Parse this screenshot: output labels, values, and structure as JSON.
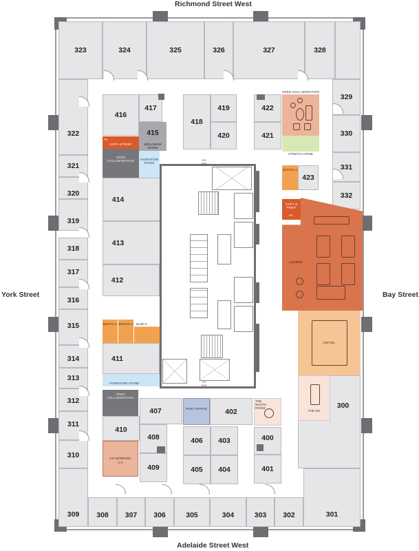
{
  "streets": {
    "north": "Richmond Street West",
    "south": "Adelaide Street West",
    "west": "York Street",
    "east": "Bay Street"
  },
  "perimeter_rooms": {
    "north": [
      "323",
      "324",
      "325",
      "326",
      "327",
      "328"
    ],
    "east": [
      "329",
      "330",
      "331",
      "332",
      "300"
    ],
    "south": [
      "309",
      "308",
      "307",
      "306",
      "305",
      "304",
      "303",
      "302",
      "301"
    ],
    "west": [
      "322",
      "321",
      "320",
      "319",
      "318",
      "317",
      "316",
      "315",
      "314",
      "313",
      "312",
      "311",
      "310"
    ]
  },
  "interior_rooms": {
    "r416": "416",
    "r417": "417",
    "r415": "415",
    "r418": "418",
    "r419": "419",
    "r420": "420",
    "r421": "421",
    "r422": "422",
    "r423": "423",
    "r414": "414",
    "r413": "413",
    "r412": "412",
    "r411": "411",
    "r410": "410",
    "r407": "407",
    "r408": "408",
    "r409": "409",
    "r406": "406",
    "r405": "405",
    "r403": "403",
    "r404": "404",
    "r402": "402",
    "r400": "400",
    "r401": "401"
  },
  "zones": {
    "copy_print_nw": "Copy & Print",
    "pr_nw": "PR",
    "open_collab_nw": "Open Collaboration",
    "wellness": "Wellness Room",
    "hydration_room": "Hydration Room",
    "open_collab_ne": "Open Collaboration",
    "stretch_zone": "Stretch Zone",
    "booth4": "Booth 4",
    "copy_print_e": "Copy & Print",
    "pr_e": "PR",
    "lounge": "Lounge",
    "united": "United",
    "the_six": "The 6ix",
    "south_room": "The South Room",
    "post_office": "Post Office",
    "booth1": "Booth 1",
    "booth2": "Booth 2",
    "booth3": "Booth 3",
    "hydration_stand": "Hydration Stand",
    "open_collab_sw": "Open Collaboration",
    "coworking": "Co-Working",
    "coworking_range": "1-4",
    "ex_fhc_top": "EX FHC",
    "ex_fhc_bottom": "EX FHC"
  },
  "colors": {
    "office": "#e6e6e8",
    "copy_print": "#d95a2b",
    "lounge": "#d9744c",
    "collab_pink": "#ecb49a",
    "booth_orange": "#f2a24e",
    "united": "#f6c596",
    "stretch": "#d7e8b4",
    "hydration": "#cde6f5",
    "post_office": "#b8c4dc",
    "six": "#f8e4d8",
    "open_collab_grey": "#77777b",
    "wellness": "#a8a8ac",
    "column": "#6e6e72"
  }
}
